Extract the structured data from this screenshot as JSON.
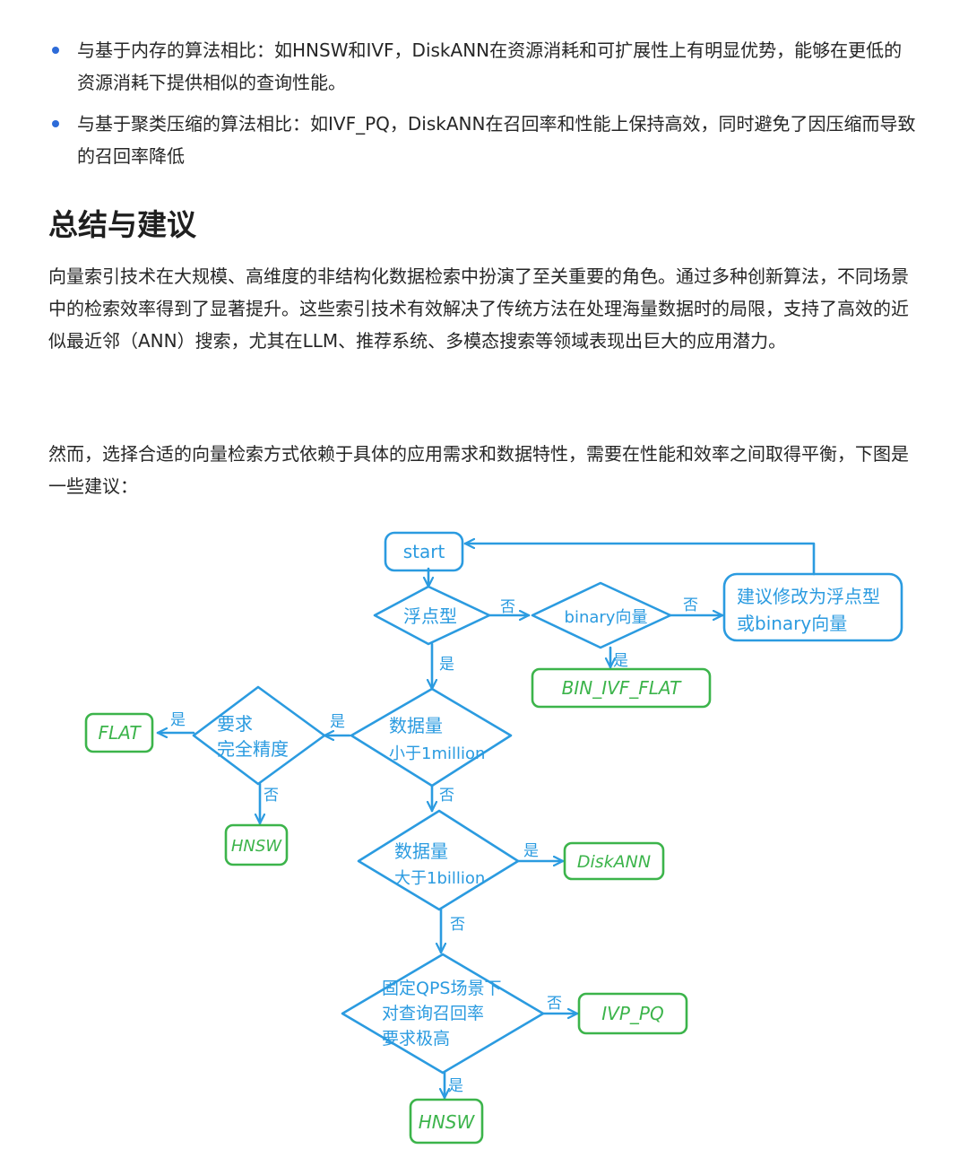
{
  "bullets": [
    "与基于内存的算法相比：如HNSW和IVF，DiskANN在资源消耗和可扩展性上有明显优势，能够在更低的资源消耗下提供相似的查询性能。",
    "与基于聚类压缩的算法相比：如IVF_PQ，DiskANN在召回率和性能上保持高效，同时避免了因压缩而导致的召回率降低"
  ],
  "heading": "总结与建议",
  "paragraphs": [
    "向量索引技术在大规模、高维度的非结构化数据检索中扮演了至关重要的角色。通过多种创新算法，不同场景中的检索效率得到了显著提升。这些索引技术有效解决了传统方法在处理海量数据时的局限，支持了高效的近似最近邻（ANN）搜索，尤其在LLM、推荐系统、多模态搜索等领域表现出巨大的应用潜力。",
    "然而，选择合适的向量检索方式依赖于具体的应用需求和数据特性，需要在性能和效率之间取得平衡，下图是一些建议："
  ],
  "flow": {
    "colors": {
      "blue": "#2b9be0",
      "green": "#3cb44b"
    },
    "nodes": {
      "start": "start",
      "float": "浮点型",
      "binary": "binary向量",
      "suggest_line1": "建议修改为浮点型",
      "suggest_line2": "或binary向量",
      "bin_ivf_flat": "BIN_IVF_FLAT",
      "small_line1": "数据量",
      "small_line2": "小于1million",
      "precise_line1": "要求",
      "precise_line2": "完全精度",
      "flat": "FLAT",
      "hnsw_top": "HNSW",
      "big_line1": "数据量",
      "big_line2": "大于1billion",
      "diskann": "DiskANN",
      "qps_line1": "固定QPS场景下",
      "qps_line2": "对查询召回率",
      "qps_line3": "要求极高",
      "ivf_pq": "IVP_PQ",
      "hnsw_bottom": "HNSW"
    },
    "edges": {
      "float_binary": "否",
      "binary_suggest": "否",
      "binary_bin": "是",
      "float_small": "是",
      "small_precise": "是",
      "precise_flat": "是",
      "precise_hnsw": "否",
      "small_big": "否",
      "big_diskann": "是",
      "big_qps": "否",
      "qps_ivfpq": "否",
      "qps_hnsw": "是"
    }
  }
}
